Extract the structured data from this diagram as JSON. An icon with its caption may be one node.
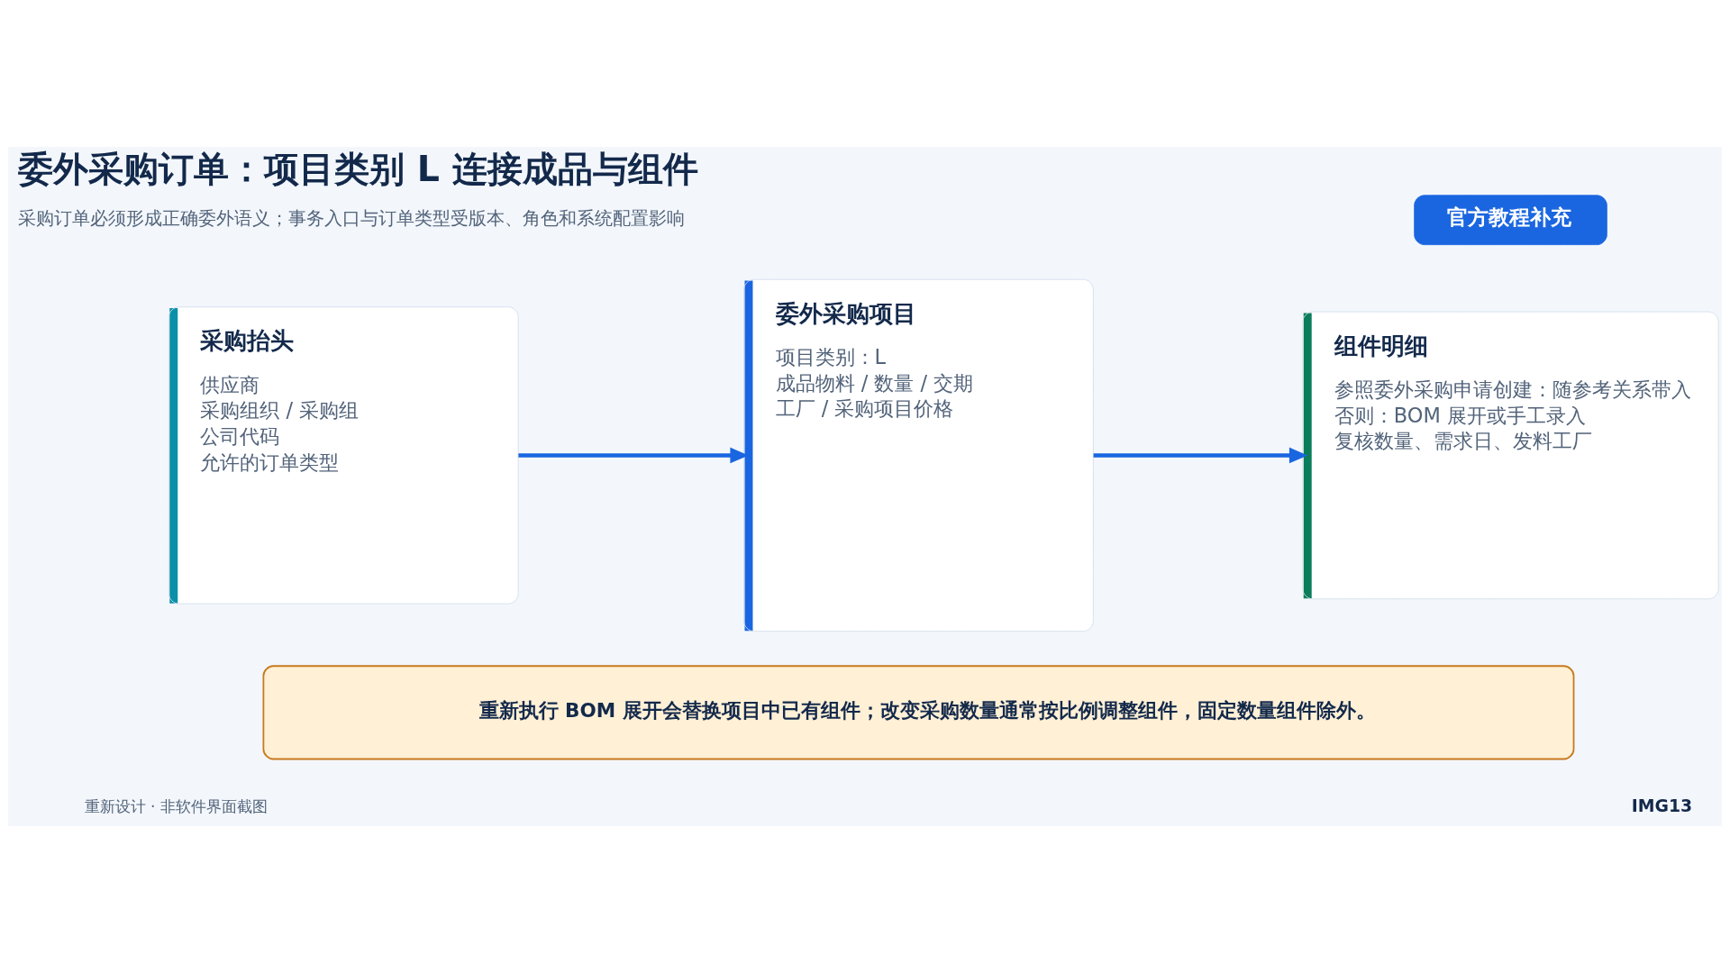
{
  "diagram": {
    "title": "委外采购订单：项目类别 L 连接成品与组件",
    "nodes": [
      {
        "text": [
          "官方教程补充"
        ]
      },
      {
        "text": [
          "采购抬头",
          "供应商",
          "采购组织 / 采购组",
          "公司代码",
          "允许的订单类型"
        ]
      },
      {
        "text": [
          "委外采购项目",
          "项目类别：L",
          "成品物料 / 数量 / 交期",
          "工厂 / 采购项目价格"
        ]
      },
      {
        "text": [
          "组件明细",
          "参照委外采购申请创建：随参考关系带入",
          "否则：BOM 展开或手工录入",
          "复核数量、需求日、发料工厂"
        ]
      },
      {
        "text": [
          "重新执行 BOM 展开会替换项目中已有组件；改变采购数量通常按比例调整组件，固定数量组件除外。"
        ]
      }
    ],
    "edges": [
      {
        "from": 1,
        "to": 2,
        "arrow": "to"
      },
      {
        "from": 2,
        "to": 3,
        "arrow": "to"
      }
    ],
    "labels": [
      "采购订单必须形成正确委外语义；事务入口与订单类型受版本、角色和系统配置影响",
      "重新设计 · 非软件界面截图",
      "IMG13"
    ]
  }
}
